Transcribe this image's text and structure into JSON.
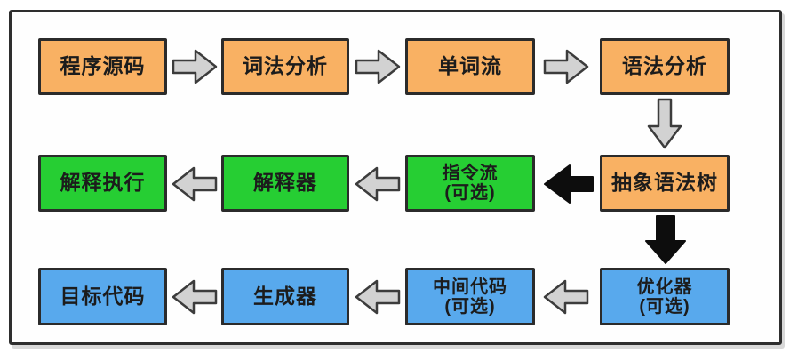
{
  "diagram": {
    "description": "compiler-and-interpreter-pipeline-flowchart",
    "colors": {
      "stage_box_source_phase": "#f9b163",
      "stage_box_interpret_phase": "#26ce33",
      "stage_box_compile_phase": "#58a9ed",
      "box_border": "#2b2b2b",
      "arrow_gray_fill": "#d2d2d2",
      "arrow_gray_outline": "#3c3c3c",
      "arrow_black": "#0d0d0d",
      "frame_border": "#2e2e2e"
    }
  },
  "nodes": {
    "source_code": {
      "label": "程序源码"
    },
    "lexical_analysis": {
      "label": "词法分析"
    },
    "token_stream": {
      "label": "单词流"
    },
    "syntax_analysis": {
      "label": "语法分析"
    },
    "interpret_execute": {
      "label": "解释执行"
    },
    "interpreter": {
      "label": "解释器"
    },
    "instruction_stream": {
      "label": "指令流",
      "sublabel": "(可选)"
    },
    "ast": {
      "label": "抽象语法树"
    },
    "target_code": {
      "label": "目标代码"
    },
    "generator": {
      "label": "生成器"
    },
    "intermediate_code": {
      "label": "中间代码",
      "sublabel": "(可选)"
    },
    "optimizer": {
      "label": "优化器",
      "sublabel": "(可选)"
    }
  },
  "edges": [
    {
      "from": "source_code",
      "to": "lexical_analysis",
      "direction": "right",
      "style": "gray"
    },
    {
      "from": "lexical_analysis",
      "to": "token_stream",
      "direction": "right",
      "style": "gray"
    },
    {
      "from": "token_stream",
      "to": "syntax_analysis",
      "direction": "right",
      "style": "gray"
    },
    {
      "from": "syntax_analysis",
      "to": "ast",
      "direction": "down",
      "style": "gray"
    },
    {
      "from": "ast",
      "to": "instruction_stream",
      "direction": "left",
      "style": "black"
    },
    {
      "from": "instruction_stream",
      "to": "interpreter",
      "direction": "left",
      "style": "gray"
    },
    {
      "from": "interpreter",
      "to": "interpret_execute",
      "direction": "left",
      "style": "gray"
    },
    {
      "from": "ast",
      "to": "optimizer",
      "direction": "down",
      "style": "black"
    },
    {
      "from": "optimizer",
      "to": "intermediate_code",
      "direction": "left",
      "style": "gray"
    },
    {
      "from": "intermediate_code",
      "to": "generator",
      "direction": "left",
      "style": "gray"
    },
    {
      "from": "generator",
      "to": "target_code",
      "direction": "left",
      "style": "gray"
    }
  ]
}
